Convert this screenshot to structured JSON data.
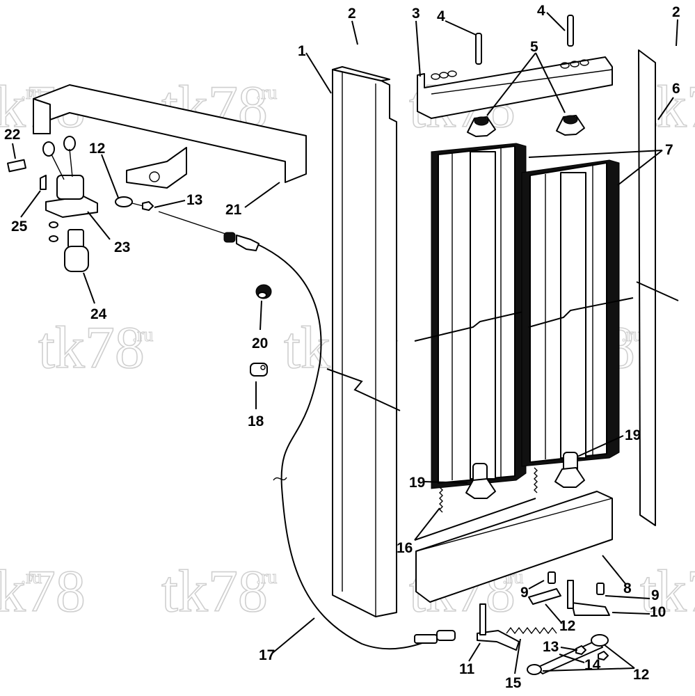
{
  "watermark": {
    "text": "tk78",
    "suffix": ".ru"
  },
  "callouts": [
    {
      "id": "c-1",
      "text": "1"
    },
    {
      "id": "c-2a",
      "text": "2"
    },
    {
      "id": "c-2b",
      "text": "2"
    },
    {
      "id": "c-3",
      "text": "3"
    },
    {
      "id": "c-4a",
      "text": "4"
    },
    {
      "id": "c-4b",
      "text": "4"
    },
    {
      "id": "c-5",
      "text": "5"
    },
    {
      "id": "c-6",
      "text": "6"
    },
    {
      "id": "c-7",
      "text": "7"
    },
    {
      "id": "c-8",
      "text": "8"
    },
    {
      "id": "c-9a",
      "text": "9"
    },
    {
      "id": "c-9b",
      "text": "9"
    },
    {
      "id": "c-10",
      "text": "10"
    },
    {
      "id": "c-11",
      "text": "11"
    },
    {
      "id": "c-12a",
      "text": "12"
    },
    {
      "id": "c-12b",
      "text": "12"
    },
    {
      "id": "c-12c",
      "text": "12"
    },
    {
      "id": "c-13a",
      "text": "13"
    },
    {
      "id": "c-13b",
      "text": "13"
    },
    {
      "id": "c-14",
      "text": "14"
    },
    {
      "id": "c-15",
      "text": "15"
    },
    {
      "id": "c-16",
      "text": "16"
    },
    {
      "id": "c-17",
      "text": "17"
    },
    {
      "id": "c-18",
      "text": "18"
    },
    {
      "id": "c-19a",
      "text": "19"
    },
    {
      "id": "c-19b",
      "text": "19"
    },
    {
      "id": "c-20",
      "text": "20"
    },
    {
      "id": "c-21",
      "text": "21"
    },
    {
      "id": "c-22",
      "text": "22"
    },
    {
      "id": "c-23",
      "text": "23"
    },
    {
      "id": "c-24",
      "text": "24"
    },
    {
      "id": "c-25",
      "text": "25"
    }
  ]
}
